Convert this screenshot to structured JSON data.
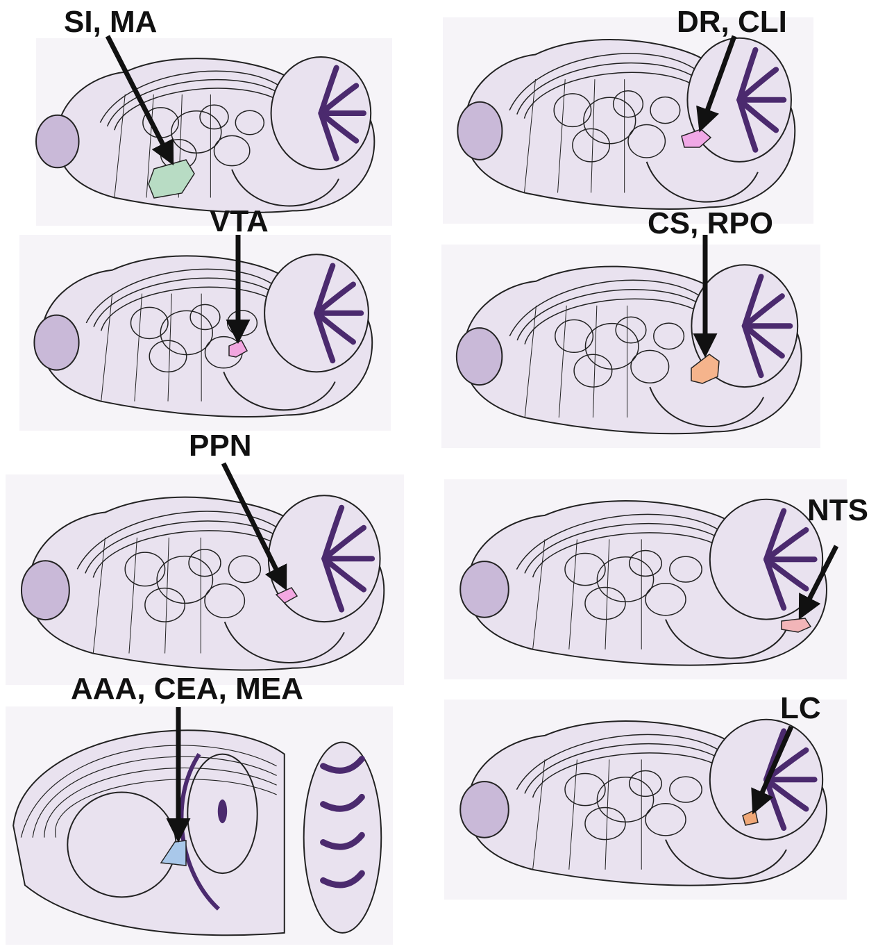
{
  "colors": {
    "tissue": "#e9e2ef",
    "tissue_dark": "#c9b9d8",
    "cerebellum": "#4b2a6e",
    "outline": "#222222",
    "arrow": "#111111",
    "background": "#f6f4f8"
  },
  "panels": [
    {
      "id": "si-ma",
      "label": "SI, MA",
      "highlight_color": "#b8dcc4"
    },
    {
      "id": "dr-cli",
      "label": "DR, CLI",
      "highlight_color": "#f0a8e6"
    },
    {
      "id": "vta",
      "label": "VTA",
      "highlight_color": "#f2a6e0"
    },
    {
      "id": "cs-rpo",
      "label": "CS, RPO",
      "highlight_color": "#f5b48c"
    },
    {
      "id": "ppn",
      "label": "PPN",
      "highlight_color": "#f3a8e2"
    },
    {
      "id": "nts",
      "label": "NTS",
      "highlight_color": "#f2b5b8"
    },
    {
      "id": "aaa-cea-mea",
      "label": "AAA, CEA, MEA",
      "highlight_color": "#a9c8ea"
    },
    {
      "id": "lc",
      "label": "LC",
      "highlight_color": "#f0a878"
    }
  ]
}
